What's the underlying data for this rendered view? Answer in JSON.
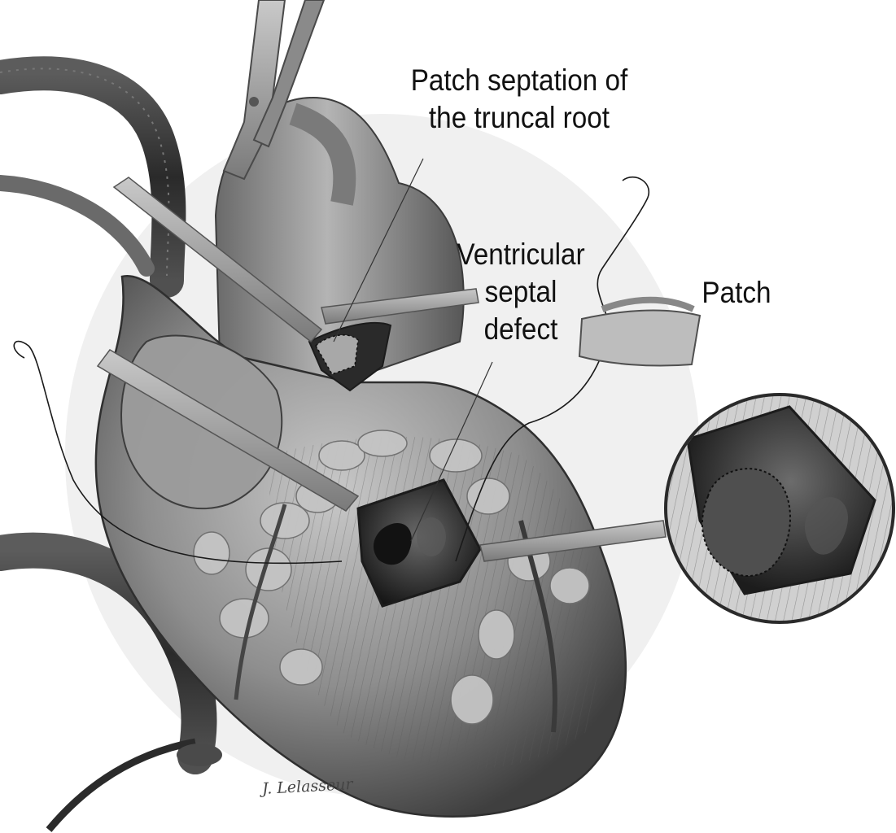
{
  "labels": {
    "truncal_root": [
      "Patch septation of",
      "the truncal root"
    ],
    "vsd": [
      "Ventricular",
      "septal",
      "defect"
    ],
    "patch": "Patch"
  },
  "signature": "J. Lelasseur",
  "colors": {
    "background": "#ffffff",
    "tissue_light": "#bdbdbd",
    "tissue_mid": "#8e8e8e",
    "tissue_dark": "#3a3a3a",
    "instrument": "#9a9a9a",
    "suture": "#1a1a1a"
  }
}
